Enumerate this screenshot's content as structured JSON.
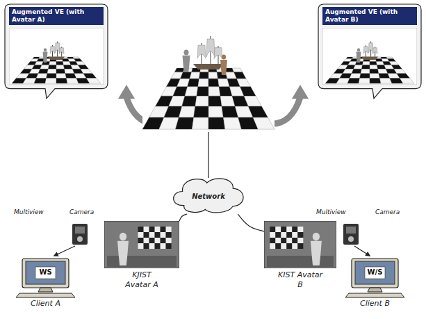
{
  "diagram": {
    "nodes": [
      {
        "text": [
          "Augmented VE (with Avatar A)"
        ]
      },
      {
        "text": [
          "Augmented VE (with Avatar B)"
        ]
      },
      {
        "text": [
          "Network"
        ]
      },
      {
        "text": [
          "KJIST Avatar A"
        ]
      },
      {
        "text": [
          "KIST Avatar B"
        ]
      },
      {
        "text": [
          "WS",
          "Client A"
        ]
      },
      {
        "text": [
          "W/S",
          "Client B"
        ]
      }
    ],
    "edges": [
      {
        "from": 2,
        "to": 3,
        "arrow": "none"
      },
      {
        "from": 2,
        "to": 4,
        "arrow": "none"
      }
    ],
    "labels": [
      "Multiview",
      "Camera",
      "Multiview",
      "Camera"
    ]
  }
}
